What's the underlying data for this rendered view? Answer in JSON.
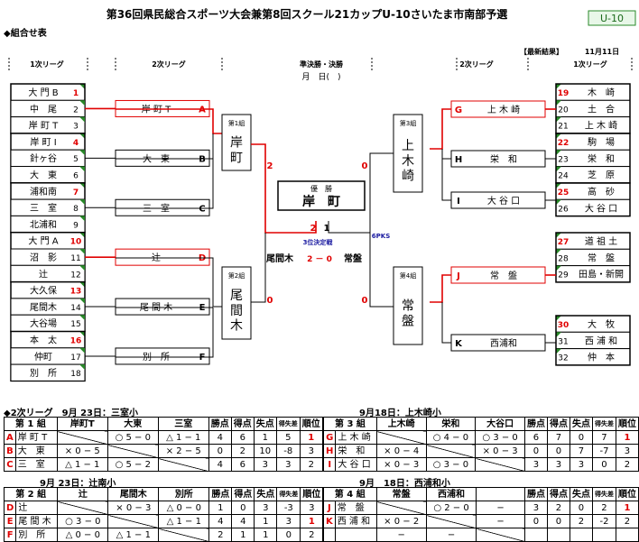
{
  "title": "第36回県民総合スポーツ大会兼第8回スクール21カップU-10さいたま市南部予選",
  "badge": "U-10",
  "section_label": "◆組合せ表",
  "result_note": "【最新結果】",
  "result_date": "11月11日",
  "headers": {
    "r1_left": "1次リーグ",
    "r2_left": "2次リーグ",
    "final": "準決勝・決勝",
    "final_date": "月　日(　)",
    "r2_right": "2次リーグ",
    "r1_right": "1次リーグ"
  },
  "left_teams": [
    {
      "no": "1",
      "name": "大 門 B",
      "red": true
    },
    {
      "no": "2",
      "name": "中　尾",
      "red": false
    },
    {
      "no": "3",
      "name": "岸 町 T",
      "red": false
    },
    {
      "no": "4",
      "name": "岸 町 I",
      "red": true
    },
    {
      "no": "5",
      "name": "針ヶ谷",
      "red": false
    },
    {
      "no": "6",
      "name": "大　東",
      "red": false
    },
    {
      "no": "7",
      "name": "浦和南",
      "red": true
    },
    {
      "no": "8",
      "name": "三　室",
      "red": false
    },
    {
      "no": "9",
      "name": "北浦和",
      "red": false
    },
    {
      "no": "10",
      "name": "大 門 A",
      "red": true
    },
    {
      "no": "11",
      "name": "沼　影",
      "red": false
    },
    {
      "no": "12",
      "name": "辻",
      "red": false
    },
    {
      "no": "13",
      "name": "大久保",
      "red": true
    },
    {
      "no": "14",
      "name": "尾間木",
      "red": false
    },
    {
      "no": "15",
      "name": "大谷場",
      "red": false
    },
    {
      "no": "16",
      "name": "本　太",
      "red": true
    },
    {
      "no": "17",
      "name": "仲町",
      "red": false
    },
    {
      "no": "18",
      "name": "別　所",
      "red": false
    }
  ],
  "right_teams": [
    {
      "no": "19",
      "name": "木　崎",
      "red": true
    },
    {
      "no": "20",
      "name": "土　合",
      "red": false
    },
    {
      "no": "21",
      "name": "上 木 崎",
      "red": false
    },
    {
      "no": "22",
      "name": "駒　場",
      "red": true
    },
    {
      "no": "23",
      "name": "栄　和",
      "red": false
    },
    {
      "no": "24",
      "name": "芝　原",
      "red": false
    },
    {
      "no": "25",
      "name": "高　砂",
      "red": true
    },
    {
      "no": "26",
      "name": "大 谷 口",
      "red": false
    },
    {
      "no": "27",
      "name": "道 祖 土",
      "red": true
    },
    {
      "no": "28",
      "name": "常　盤",
      "red": false
    },
    {
      "no": "29",
      "name": "田島・新開",
      "red": false
    },
    {
      "no": "30",
      "name": "大　牧",
      "red": true
    },
    {
      "no": "31",
      "name": "西 浦 和",
      "red": false
    },
    {
      "no": "32",
      "name": "仲　本",
      "red": false
    }
  ],
  "left_r2": [
    {
      "name": "岸 町 T",
      "letter": "A",
      "red": true
    },
    {
      "name": "大　東",
      "letter": "B",
      "red": false
    },
    {
      "name": "三　室",
      "letter": "C",
      "red": false
    },
    {
      "name": "辻",
      "letter": "D",
      "red": true
    },
    {
      "name": "尾 間 木",
      "letter": "E",
      "red": false
    },
    {
      "name": "別　所",
      "letter": "F",
      "red": false
    }
  ],
  "right_r2": [
    {
      "name": "上 木 崎",
      "letter": "G",
      "red": true
    },
    {
      "name": "栄　和",
      "letter": "H",
      "red": false
    },
    {
      "name": "大 谷 口",
      "letter": "I",
      "red": false
    },
    {
      "name": "常　盤",
      "letter": "J",
      "red": true
    },
    {
      "name": "西浦和",
      "letter": "K",
      "red": false
    }
  ],
  "semis": [
    {
      "label": "第1組",
      "winner": "岸\n町",
      "score": "2"
    },
    {
      "label": "第2組",
      "winner": "尾\n間\n木",
      "score": "0"
    },
    {
      "label": "第3組",
      "winner": "上\n木\n崎",
      "score": "0"
    },
    {
      "label": "第4組",
      "winner": "常\n盤",
      "score": "0"
    }
  ],
  "champion_label": "優　勝",
  "champion": "岸　町",
  "final_scores": [
    "2",
    "1"
  ],
  "pks": "6PKS",
  "third_label": "3位決定戦",
  "third_left": "尾間木",
  "third_score": "2 － 0",
  "third_right": "常盤",
  "tables": [
    {
      "caption": "◆2次リーグ　9月 23日：三室小",
      "head": [
        "第 1 組",
        "岸町T",
        "大東",
        "三室",
        "勝点",
        "得点",
        "失点",
        "得失差",
        "順位"
      ],
      "rows": [
        {
          "l": "A",
          "n": "岸 町 T",
          "c": [
            "",
            "○ 5 − 0",
            "△ 1 − 1",
            "4",
            "6",
            "1",
            "5",
            "1"
          ]
        },
        {
          "l": "B",
          "n": "大　東",
          "c": [
            "× 0 − 5",
            "",
            "× 2 − 5",
            "0",
            "2",
            "10",
            "-8",
            "3"
          ]
        },
        {
          "l": "C",
          "n": "三　室",
          "c": [
            "△ 1 − 1",
            "○ 5 − 2",
            "",
            "4",
            "6",
            "3",
            "3",
            "2"
          ]
        }
      ]
    },
    {
      "caption": "9月18日：上木崎小",
      "head": [
        "第 3 組",
        "上木崎",
        "栄和",
        "大谷口",
        "勝点",
        "得点",
        "失点",
        "得失差",
        "順位"
      ],
      "rows": [
        {
          "l": "G",
          "n": "上 木 崎",
          "c": [
            "",
            "○ 4 − 0",
            "○ 3 − 0",
            "6",
            "7",
            "0",
            "7",
            "1"
          ]
        },
        {
          "l": "H",
          "n": "栄　和",
          "c": [
            "× 0 − 4",
            "",
            "× 0 − 3",
            "0",
            "0",
            "7",
            "-7",
            "3"
          ]
        },
        {
          "l": "I",
          "n": "大 谷 口",
          "c": [
            "× 0 − 3",
            "○ 3 − 0",
            "",
            "3",
            "3",
            "3",
            "0",
            "2"
          ]
        }
      ]
    },
    {
      "caption": "9月 23日：辻南小",
      "head": [
        "第 2 組",
        "辻",
        "尾間木",
        "別所",
        "勝点",
        "得点",
        "失点",
        "得失差",
        "順位"
      ],
      "rows": [
        {
          "l": "D",
          "n": "辻",
          "c": [
            "",
            "× 0 − 3",
            "△ 0 − 0",
            "1",
            "0",
            "3",
            "-3",
            "3"
          ]
        },
        {
          "l": "E",
          "n": "尾 間 木",
          "c": [
            "○ 3 − 0",
            "",
            "△ 1 − 1",
            "4",
            "4",
            "1",
            "3",
            "1"
          ]
        },
        {
          "l": "F",
          "n": "別　所",
          "c": [
            "△ 0 − 0",
            "△ 1 − 1",
            "",
            "2",
            "1",
            "1",
            "0",
            "2"
          ]
        }
      ]
    },
    {
      "caption": "9月　18日：西浦和小",
      "head": [
        "第 4 組",
        "常盤",
        "西浦和",
        "",
        "勝点",
        "得点",
        "失点",
        "得失差",
        "順位"
      ],
      "rows": [
        {
          "l": "J",
          "n": "常　盤",
          "c": [
            "",
            "○ 2 − 0",
            "−",
            "3",
            "2",
            "0",
            "2",
            "1"
          ]
        },
        {
          "l": "K",
          "n": "西 浦 和",
          "c": [
            "× 0 − 2",
            "",
            "−",
            "0",
            "0",
            "2",
            "-2",
            "2"
          ]
        },
        {
          "l": "",
          "n": "",
          "c": [
            "−",
            "−",
            "",
            "",
            "",
            "",
            "",
            ""
          ]
        }
      ]
    }
  ]
}
